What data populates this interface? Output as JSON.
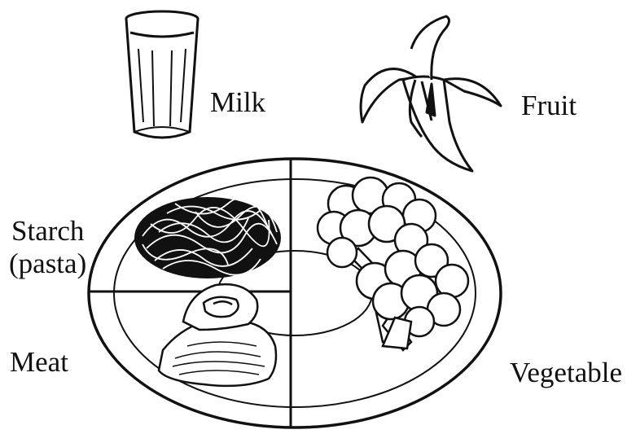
{
  "labels": {
    "milk": "Milk",
    "fruit": "Fruit",
    "starch_line1": "Starch",
    "starch_line2": "(pasta)",
    "meat": "Meat",
    "vegetable": "Vegetable"
  },
  "icons": [
    "milk-glass-icon",
    "banana-icon",
    "plate-icon",
    "pasta-icon",
    "steak-icon",
    "broccoli-icon"
  ],
  "colors": {
    "ink": "#111111",
    "background": "#ffffff"
  }
}
